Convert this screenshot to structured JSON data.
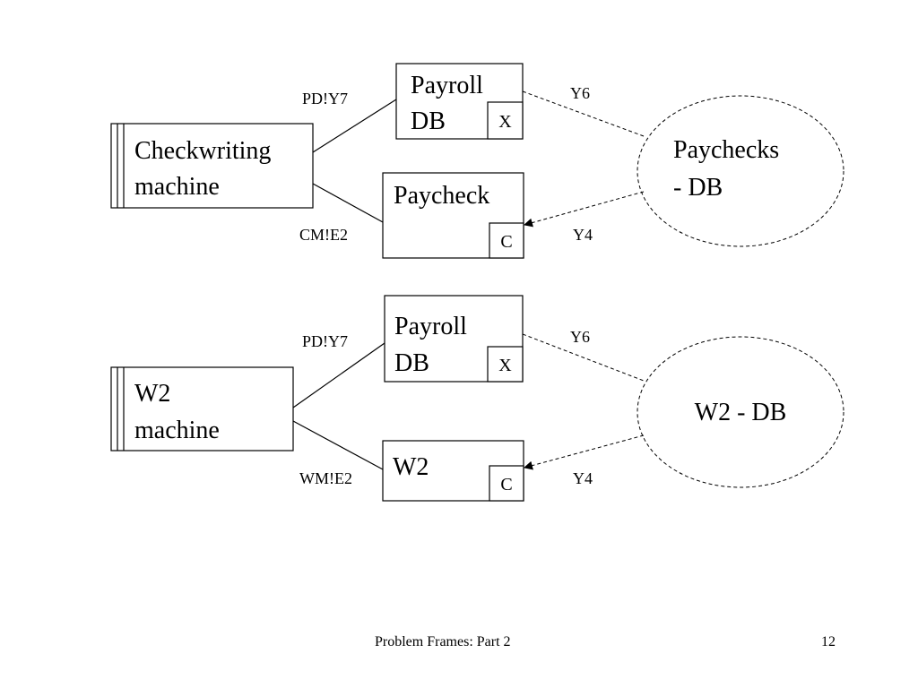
{
  "diagram1": {
    "machine": [
      "Checkwriting",
      "machine"
    ],
    "payroll_db": [
      "Payroll",
      "DB"
    ],
    "payroll_db_marker": "X",
    "output_domain": "Paycheck",
    "output_marker": "C",
    "requirement": [
      "Paychecks",
      "- DB"
    ],
    "iface_machine_payroll": "PD!Y7",
    "iface_machine_output": "CM!E2",
    "ref_payroll_req": "Y6",
    "ref_req_output": "Y4"
  },
  "diagram2": {
    "machine": [
      "W2",
      "machine"
    ],
    "payroll_db": [
      "Payroll",
      "DB"
    ],
    "payroll_db_marker": "X",
    "output_domain": "W2",
    "output_marker": "C",
    "requirement": "W2 - DB",
    "iface_machine_payroll": "PD!Y7",
    "iface_machine_output": "WM!E2",
    "ref_payroll_req": "Y6",
    "ref_req_output": "Y4"
  },
  "footer": {
    "title": "Problem Frames: Part 2",
    "page": "12"
  },
  "colors": {
    "stroke": "#000000",
    "background": "#ffffff"
  }
}
